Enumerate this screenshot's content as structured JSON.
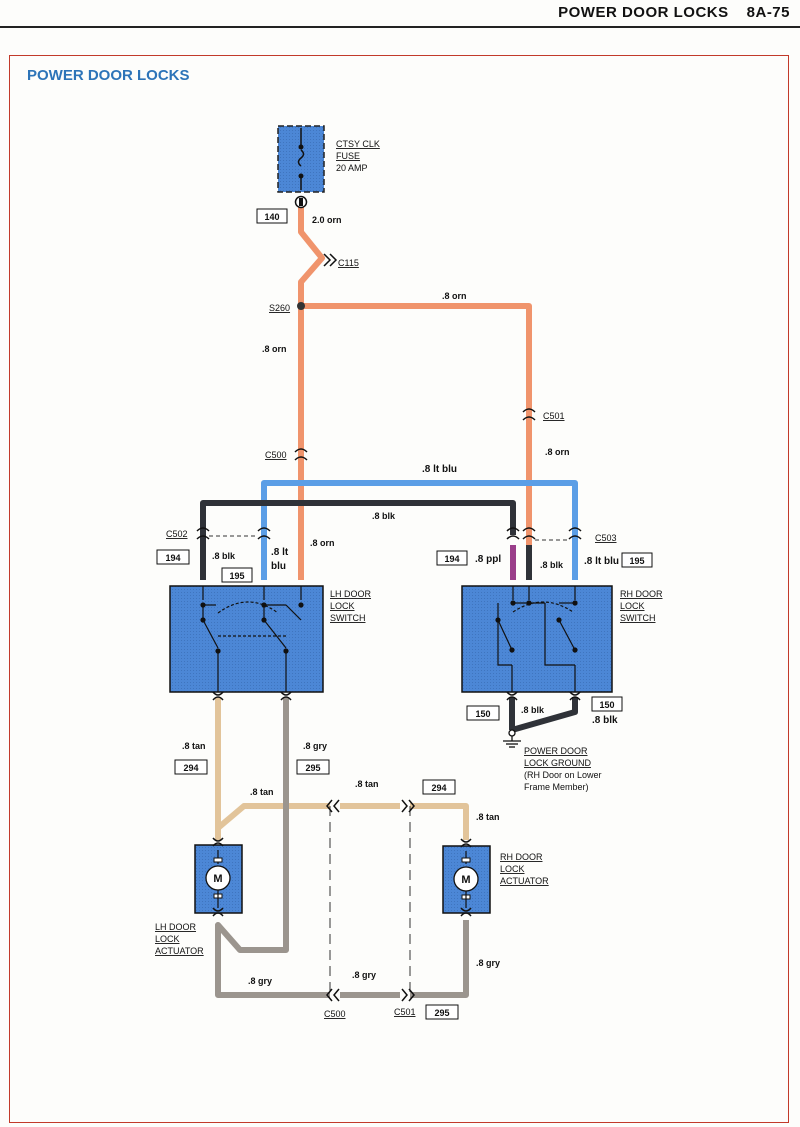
{
  "header": {
    "title": "POWER DOOR LOCKS",
    "page": "8A-75"
  },
  "diagram": {
    "title": "POWER DOOR LOCKS",
    "fuse": {
      "line1": "CTSY CLK",
      "line2": "FUSE",
      "line3": "20 AMP"
    },
    "circuits": {
      "c140": "140",
      "c194_left": "194",
      "c195_left": "195",
      "c194_right": "194",
      "c195_right": "195",
      "c150_left": "150",
      "c150_right": "150",
      "c294_left": "294",
      "c295_left": "295",
      "c294_right": "294",
      "c295_right": "295"
    },
    "wires": {
      "orn_20": "2.0 orn",
      "orn_top": ".8 orn",
      "orn_left_vert": ".8 orn",
      "orn_right_vert": ".8 orn",
      "orn_lh_switch": ".8 orn",
      "ltblu_top": ".8 lt blu",
      "blk_top": ".8 blk",
      "blk_lh": ".8 blk",
      "ltblu_lh_1": ".8 lt",
      "ltblu_lh_2": "blu",
      "ppl_rh": ".8 ppl",
      "blk_rh": ".8 blk",
      "ltblu_rh": ".8 lt blu",
      "blk_gnd_left": ".8 blk",
      "blk_gnd_right": ".8 blk",
      "tan_lh": ".8 tan",
      "gry_lh": ".8 gry",
      "tan_mid": ".8 tan",
      "tan_cross": ".8 tan",
      "tan_rh": ".8 tan",
      "gry_bottom_left": ".8 gry",
      "gry_bottom_mid": ".8 gry",
      "gry_rh": ".8 gry"
    },
    "connectors": {
      "c115": "C115",
      "s260": "S260",
      "c501_top": "C501",
      "c500_top": "C500",
      "c502": "C502",
      "c503": "C503",
      "c500_bottom": "C500",
      "c501_bottom": "C501"
    },
    "components": {
      "lh_switch": [
        "LH DOOR",
        "LOCK",
        "SWITCH"
      ],
      "rh_switch": [
        "RH DOOR",
        "LOCK",
        "SWITCH"
      ],
      "ground": [
        "POWER DOOR",
        "LOCK GROUND",
        "(RH Door on Lower",
        "Frame Member)"
      ],
      "lh_actuator": [
        "LH DOOR",
        "LOCK",
        "ACTUATOR"
      ],
      "rh_actuator": [
        "RH DOOR",
        "LOCK",
        "ACTUATOR"
      ],
      "motor": "M"
    },
    "colors": {
      "orange": "#f0946c",
      "light_blue": "#5b9ee6",
      "black": "#2f3238",
      "purple": "#9a3f8a",
      "tan": "#e2c49a",
      "gray": "#9b958e",
      "component_blue": "#4c87d6",
      "title_blue": "#2d74b8",
      "frame_red": "#c23a2a"
    }
  }
}
